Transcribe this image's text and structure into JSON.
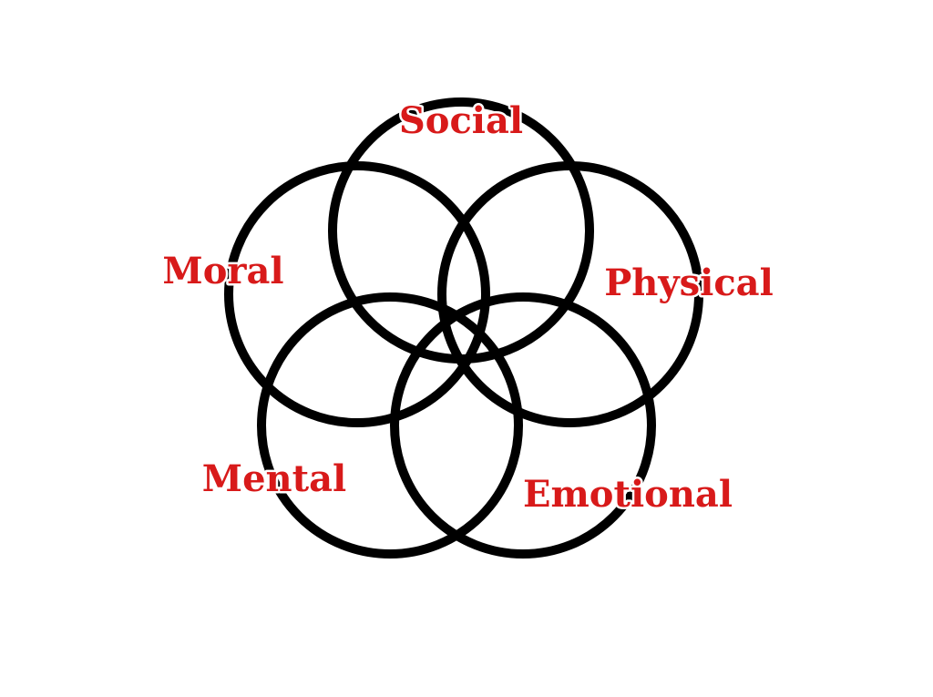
{
  "diagram": {
    "label_color": "#d81a1a",
    "ring_color": "#000000",
    "background": "#ffffff",
    "labels": {
      "social": "Social",
      "physical": "Physical",
      "emotional": "Emotional",
      "mental": "Mental",
      "moral": "Moral"
    }
  }
}
